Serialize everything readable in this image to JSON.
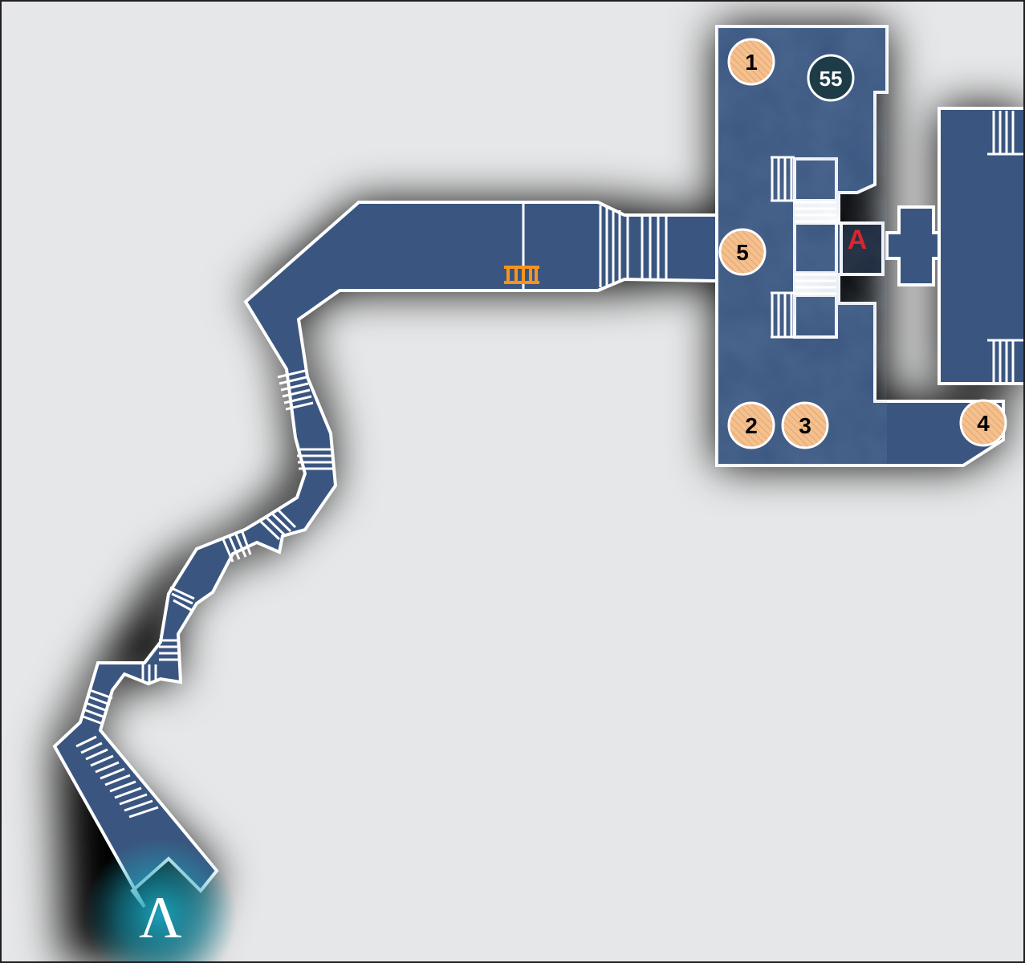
{
  "map": {
    "title": "",
    "colors": {
      "background": "#e6e7e8",
      "floor": "#3a5680",
      "shadow": "#000000",
      "wall": "#ffffff",
      "marker_fill": "#f4c08f",
      "marker_stroke": "#ffffff",
      "marker_text": "#000000",
      "special_marker_fill": "#1e3c47",
      "special_marker_text": "#ffffff",
      "exit_label_color": "#d7262e",
      "entrance_glow": "#1ba0b8",
      "ladder_color": "#f7941d"
    },
    "markers": [
      {
        "label": "1",
        "kind": "collectible"
      },
      {
        "label": "55",
        "kind": "special"
      },
      {
        "label": "5",
        "kind": "collectible"
      },
      {
        "label": "2",
        "kind": "collectible"
      },
      {
        "label": "3",
        "kind": "collectible"
      },
      {
        "label": "4",
        "kind": "collectible"
      }
    ],
    "exit_label": "A",
    "entrance_symbol": "Λ",
    "icons": {
      "ladder": "ladder-icon",
      "entrance": "lambda-entrance-icon"
    }
  }
}
